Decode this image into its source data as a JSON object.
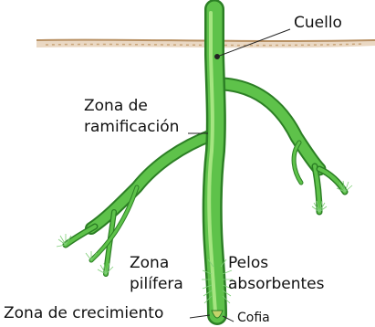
{
  "labels": {
    "cuello": "Cuello",
    "zona_ramificacion": [
      "Zona de",
      "ramificación"
    ],
    "zona_pilifera": [
      "Zona",
      "pilífera"
    ],
    "pelos_absorbentes": [
      "Pelos",
      "absorbentes"
    ],
    "zona_crecimiento": "Zona de crecimiento",
    "cofia": "Cofia"
  },
  "colors": {
    "soil": "#d9b891",
    "stem": "#5ec24a",
    "stem_highlight": "#b7ee8e",
    "stem_outline": "#2c7f25",
    "leader_line": "#222222",
    "text": "#111111"
  }
}
